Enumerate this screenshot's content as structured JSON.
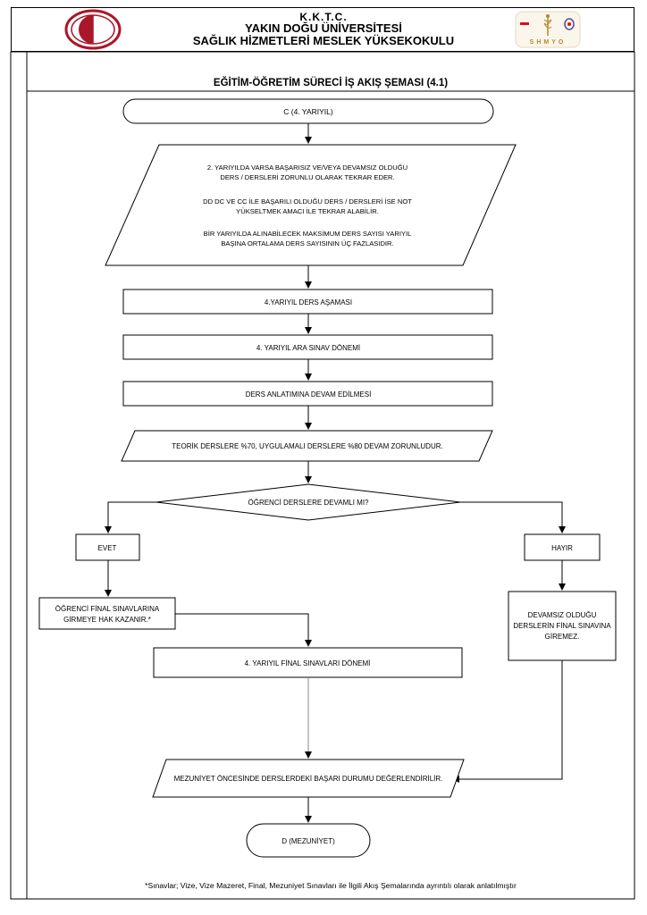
{
  "header": {
    "line1": "K.K.T.C.",
    "line2": "YAKIN DOĞU ÜNİVERSİTESİ",
    "line3": "SAĞLIK HİZMETLERİ MESLEK YÜKSEKOKULU",
    "right_logo_text": "SHMYO"
  },
  "title": "EĞİTİM-ÖĞRETİM SÜRECİ İŞ AKIŞ ŞEMASI (4.1)",
  "flow": {
    "start": "C (4. YARIYIL)",
    "info_block": [
      "2. YARIYILDA  VARSA BAŞARISIZ VE/VEYA DEVAMSIZ OLDUĞU",
      "DERS / DERSLERİ ZORUNLU OLARAK TEKRAR EDER.",
      "",
      "DD  DC VE CC İLE BAŞARILI OLDUĞU DERS / DERSLERİ İSE NOT",
      "YÜKSELTMEK AMACI İLE  TEKRAR ALABİLİR.",
      "",
      "BİR YARIYILDA ALINABİLECEK MAKSİMUM DERS SAYISI  YARIYIL",
      "BAŞINA ORTALAMA DERS SAYISININ ÜÇ FAZLASIDIR."
    ],
    "step_courses": "4.YARIYIL  DERS AŞAMASI",
    "step_midterm": "4. YARIYIL ARA SINAV DÖNEMİ",
    "step_attendance": "DERS ANLATIMINA DEVAM EDİLMESİ",
    "attendance_rule": "TEORİK DERSLERE %70, UYGULAMALI DERSLERE %80 DEVAM ZORUNLUDUR.",
    "decision": "ÖĞRENCİ DERSLERE DEVAMLI MI?",
    "yes_label": "EVET",
    "no_label": "HAYIR",
    "yes_result": [
      "ÖĞRENCİ FİNAL SINAVLARINA",
      "GİRMEYE HAK KAZANIR.*"
    ],
    "no_result": [
      "DEVAMSIZ OLDUĞU",
      "DERSLERİN FİNAL SINAVINA",
      "GİREMEZ."
    ],
    "step_final": "4. YARIYIL FİNAL SINAVLARI DÖNEMİ",
    "graduation_eval": "MEZUNİYET ÖNCESİNDE DERSLERDEKİ BAŞARI DURUMU DEĞERLENDİRİLİR.",
    "end": "D (MEZUNİYET)"
  },
  "footnote": "*Sınavlar; Vize, Vize Mazeret, Final, Mezuniyet Sınavları ile İlgili Akış Şemalarında ayrıntılı olarak anlatılmıştır",
  "colors": {
    "logo_red": "#a8182a",
    "logo_accent_red": "#d0102a",
    "line": "#000000"
  }
}
